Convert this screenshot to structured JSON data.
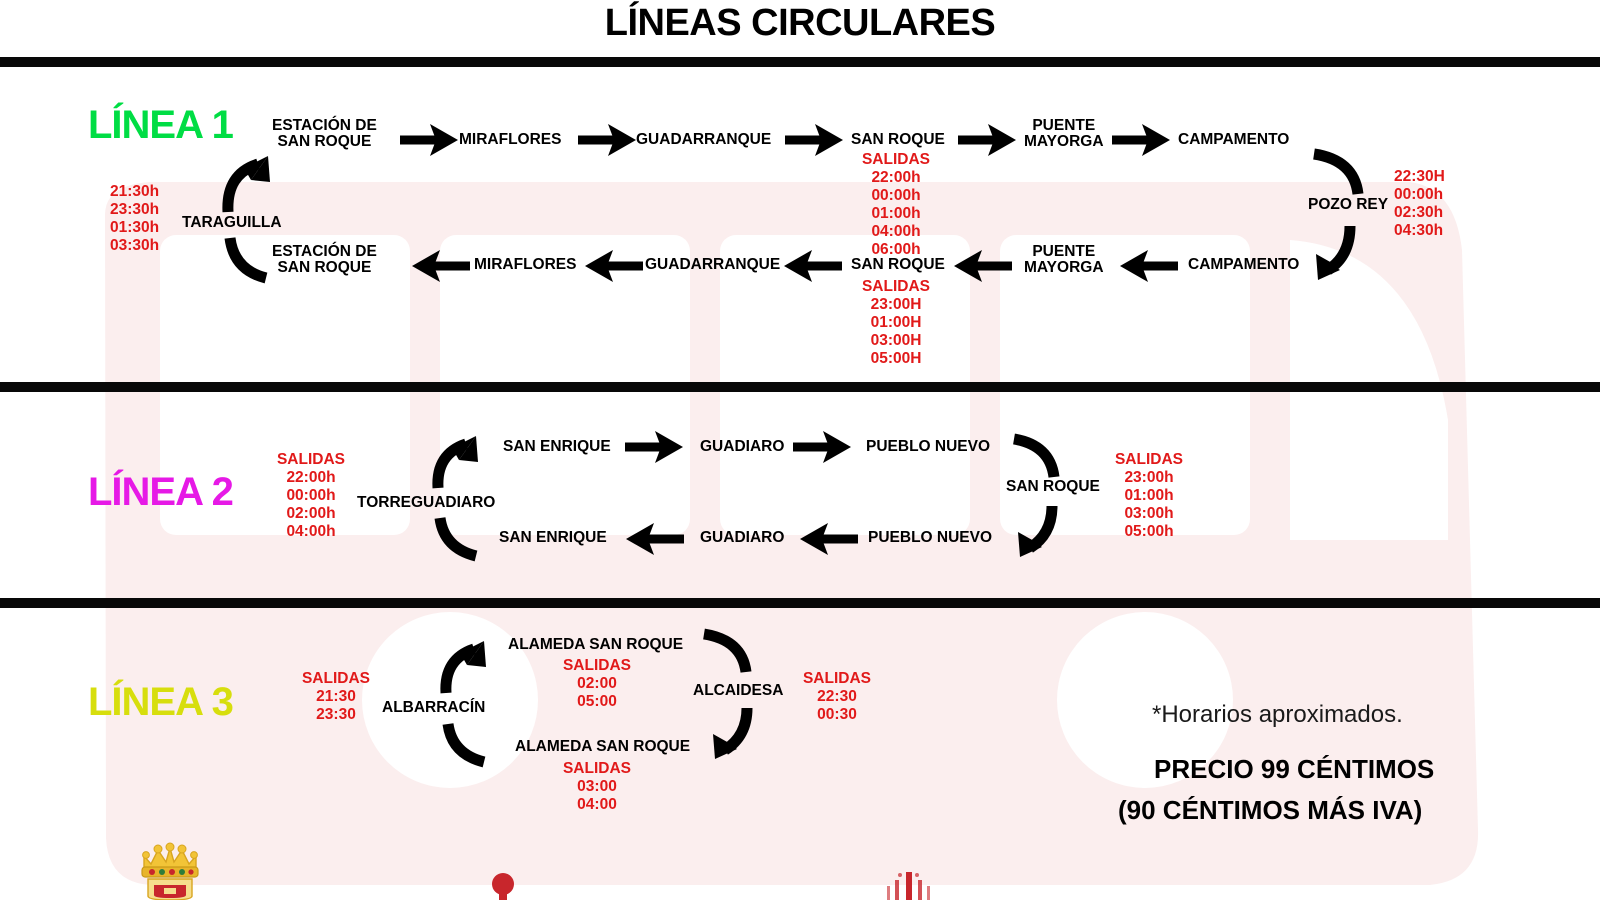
{
  "header": {
    "title": "LÍNEAS CIRCULARES"
  },
  "colors": {
    "linea1": "#00dd44",
    "linea2": "#e619e6",
    "linea3": "#d7de0d",
    "times_red": "#e11919",
    "ink": "#000000",
    "watermark_pink": "#fbeeee",
    "divider": "#080808"
  },
  "lines": [
    {
      "label": "LÍNEA 1",
      "hub": {
        "name": "TARAGUILLA",
        "times": [
          "21:30h",
          "23:30h",
          "01:30h",
          "03:30h"
        ]
      },
      "outbound": [
        {
          "name": "ESTACIÓN DE\nSAN ROQUE"
        },
        {
          "name": "MIRAFLORES"
        },
        {
          "name": "GUADARRANQUE"
        },
        {
          "name": "SAN ROQUE",
          "salidas_label": "SALIDAS",
          "times": [
            "22:00h",
            "00:00h",
            "01:00h",
            "04:00h",
            "06:00h"
          ]
        },
        {
          "name": "PUENTE\nMAYORGA"
        },
        {
          "name": "CAMPAMENTO"
        }
      ],
      "turn": {
        "name": "POZO REY",
        "times": [
          "22:30H",
          "00:00h",
          "02:30h",
          "04:30h"
        ]
      },
      "inbound": [
        {
          "name": "CAMPAMENTO"
        },
        {
          "name": "PUENTE\nMAYORGA"
        },
        {
          "name": "SAN ROQUE",
          "salidas_label": "SALIDAS",
          "times": [
            "23:00H",
            "01:00H",
            "03:00H",
            "05:00H"
          ]
        },
        {
          "name": "GUADARRANQUE"
        },
        {
          "name": "MIRAFLORES"
        },
        {
          "name": "ESTACIÓN DE\nSAN ROQUE"
        }
      ]
    },
    {
      "label": "LÍNEA 2",
      "hub": {
        "name": "TORREGUADIARO",
        "salidas_label": "SALIDAS",
        "times": [
          "22:00h",
          "00:00h",
          "02:00h",
          "04:00h"
        ]
      },
      "outbound": [
        {
          "name": "SAN ENRIQUE"
        },
        {
          "name": "GUADIARO"
        },
        {
          "name": "PUEBLO NUEVO"
        }
      ],
      "turn": {
        "name": "SAN ROQUE",
        "salidas_label": "SALIDAS",
        "times": [
          "23:00h",
          "01:00h",
          "03:00h",
          "05:00h"
        ]
      },
      "inbound": [
        {
          "name": "PUEBLO NUEVO"
        },
        {
          "name": "GUADIARO"
        },
        {
          "name": "SAN ENRIQUE"
        }
      ]
    },
    {
      "label": "LÍNEA 3",
      "hub": {
        "name": "ALBARRACÍN",
        "salidas_label": "SALIDAS",
        "times": [
          "21:30",
          "23:30"
        ]
      },
      "outbound": [
        {
          "name": "ALAMEDA SAN ROQUE",
          "salidas_label": "SALIDAS",
          "times": [
            "02:00",
            "05:00"
          ]
        }
      ],
      "turn": {
        "name": "ALCAIDESA",
        "salidas_label": "SALIDAS",
        "times": [
          "22:30",
          "00:30"
        ]
      },
      "inbound": [
        {
          "name": "ALAMEDA SAN ROQUE",
          "salidas_label": "SALIDAS",
          "times": [
            "03:00",
            "04:00"
          ]
        }
      ]
    }
  ],
  "notes": {
    "approx": "*Horarios aproximados.",
    "price_line1": "PRECIO 99 CÉNTIMOS",
    "price_line2": "(90 CÉNTIMOS MÁS IVA)"
  },
  "footer": {
    "crest_name": "san-roque-coat-of-arms",
    "mark_name": "red-logo-mark"
  }
}
